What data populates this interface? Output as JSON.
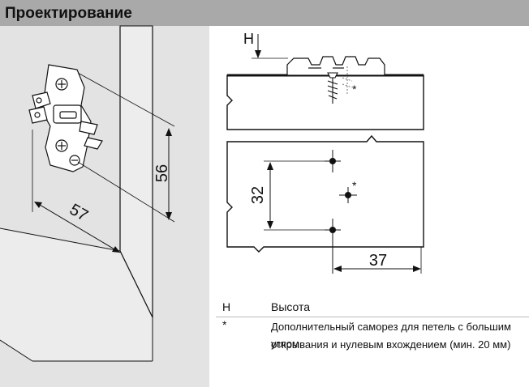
{
  "header": {
    "title": "Проектирование"
  },
  "left_diagram": {
    "dim_vertical": "56",
    "dim_horizontal": "57"
  },
  "right_diagram": {
    "top_label": "H",
    "dim_vertical": "32",
    "dim_horizontal": "37",
    "star_top": "*",
    "star_bottom": "*"
  },
  "legend": {
    "rows": [
      {
        "key": "H",
        "value": "Высота"
      },
      {
        "key": "*",
        "value_line1": "Дополнительный саморез для петель с большим углом",
        "value_line2": "открывания и нулевым вхождением (мин. 20 мм)"
      }
    ]
  },
  "colors": {
    "header_bg": "#a9a9a9",
    "left_bg": "#e3e3e3",
    "line": "#111111"
  }
}
